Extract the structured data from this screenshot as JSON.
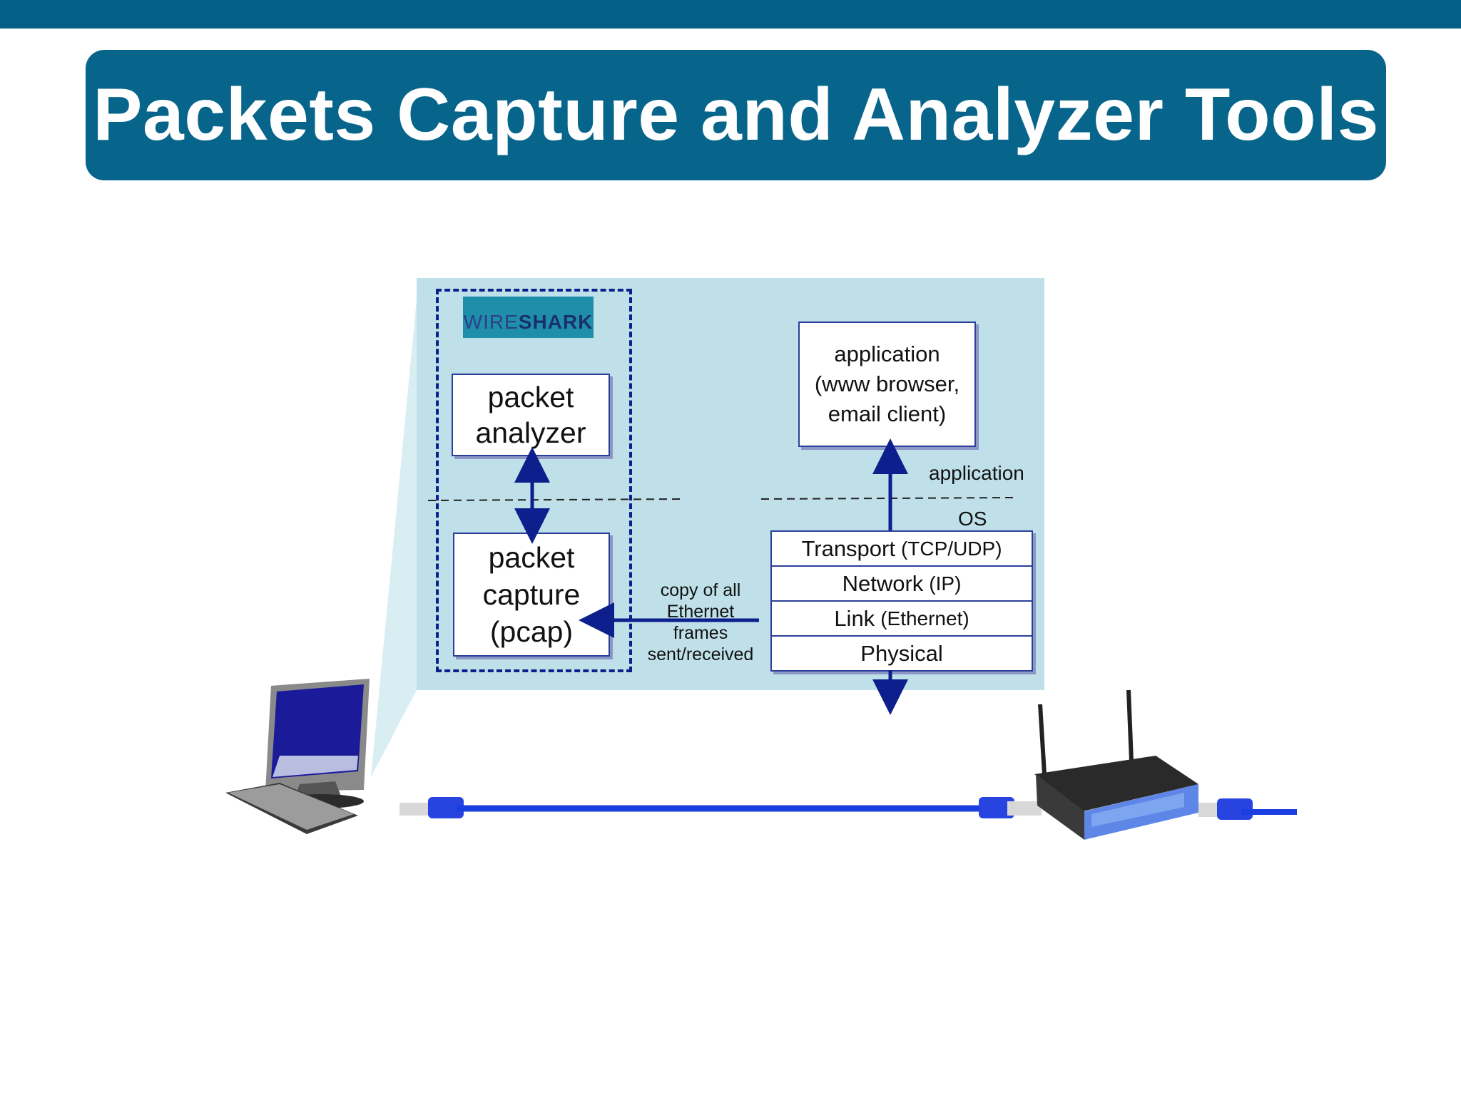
{
  "title": "Packets Capture and Analyzer Tools",
  "wireshark_logo": {
    "part1": "WIRE",
    "part2": "SHARK"
  },
  "packet_analyzer": {
    "line1": "packet",
    "line2": "analyzer"
  },
  "packet_capture": {
    "line1": "packet",
    "line2": "capture",
    "line3": "(pcap)"
  },
  "application_box": {
    "line1": "application",
    "line2": "(www browser,",
    "line3": "email client)"
  },
  "labels": {
    "application": "application",
    "os": "OS"
  },
  "copy_label": {
    "line1": "copy of all",
    "line2": "Ethernet",
    "line3": "frames",
    "line4": "sent/received"
  },
  "stack": [
    {
      "name": "Transport",
      "paren": "(TCP/UDP)"
    },
    {
      "name": "Network",
      "paren": "(IP)"
    },
    {
      "name": "Link",
      "paren": "(Ethernet)"
    },
    {
      "name": "Physical",
      "paren": ""
    }
  ],
  "colors": {
    "brand": "#07648a",
    "panel": "#bfe0e8",
    "arrow": "#0c1f8c",
    "cable": "#1a3ee0"
  }
}
